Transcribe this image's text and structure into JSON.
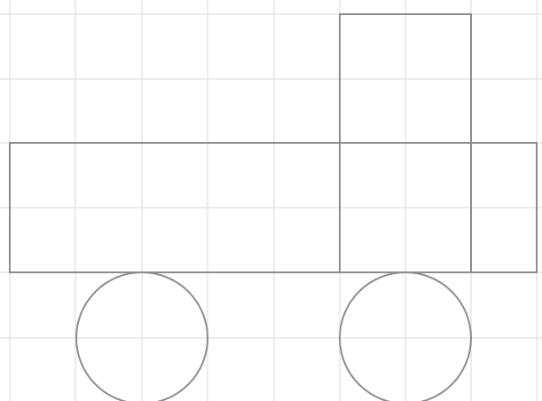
{
  "diagram": {
    "background_color": "#ffffff",
    "grid_color": "#e6e6e6",
    "shape_color": "#8c8c8c",
    "grid": true,
    "shapes": [
      {
        "name": "truck-body-rectangle",
        "kind": "rectangle"
      },
      {
        "name": "truck-cab-top-rectangle",
        "kind": "rectangle"
      },
      {
        "name": "truck-cab-lower-rectangle",
        "kind": "rectangle"
      },
      {
        "name": "truck-front-rectangle",
        "kind": "rectangle"
      },
      {
        "name": "rear-wheel-circle",
        "kind": "circle"
      },
      {
        "name": "front-wheel-circle",
        "kind": "circle"
      }
    ]
  }
}
